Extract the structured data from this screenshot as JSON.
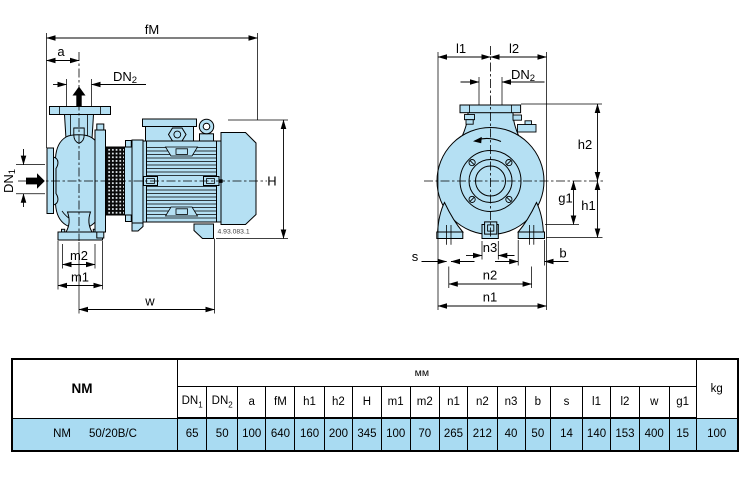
{
  "colors": {
    "pump_fill": "#b5e0f3",
    "outline": "#000000",
    "table_row_bg": "#a9dbf2"
  },
  "diagram": {
    "side_view": {
      "labels": {
        "fM": "fM",
        "a": "a",
        "dn2_main": "DN",
        "dn2_sub": "2",
        "dn1_main": "DN",
        "dn1_sub": "1",
        "H": "H",
        "m2": "m2",
        "m1": "m1",
        "w": "w",
        "ref_code": "4.93.083.1"
      }
    },
    "front_view": {
      "labels": {
        "l1": "l1",
        "l2": "l2",
        "dn2_main": "DN",
        "dn2_sub": "2",
        "h2": "h2",
        "h1": "h1",
        "g1": "g1",
        "s": "s",
        "b": "b",
        "n3": "n3",
        "n2": "n2",
        "n1": "n1"
      }
    }
  },
  "table": {
    "model_header": "NM",
    "unit_header": "мм",
    "kg_header": "kg",
    "columns": [
      {
        "label": "DN",
        "sub": "1"
      },
      {
        "label": "DN",
        "sub": "2"
      },
      {
        "label": "a",
        "sub": ""
      },
      {
        "label": "fM",
        "sub": ""
      },
      {
        "label": "h1",
        "sub": ""
      },
      {
        "label": "h2",
        "sub": ""
      },
      {
        "label": "H",
        "sub": ""
      },
      {
        "label": "m1",
        "sub": ""
      },
      {
        "label": "m2",
        "sub": ""
      },
      {
        "label": "n1",
        "sub": ""
      },
      {
        "label": "n2",
        "sub": ""
      },
      {
        "label": "n3",
        "sub": ""
      },
      {
        "label": "b",
        "sub": ""
      },
      {
        "label": "s",
        "sub": ""
      },
      {
        "label": "l1",
        "sub": ""
      },
      {
        "label": "l2",
        "sub": ""
      },
      {
        "label": "w",
        "sub": ""
      },
      {
        "label": "g1",
        "sub": ""
      }
    ],
    "row": {
      "model": "NM",
      "size": "50/20B/C",
      "values": [
        "65",
        "50",
        "100",
        "640",
        "160",
        "200",
        "345",
        "100",
        "70",
        "265",
        "212",
        "40",
        "50",
        "14",
        "140",
        "153",
        "400",
        "15"
      ],
      "kg": "100"
    }
  }
}
